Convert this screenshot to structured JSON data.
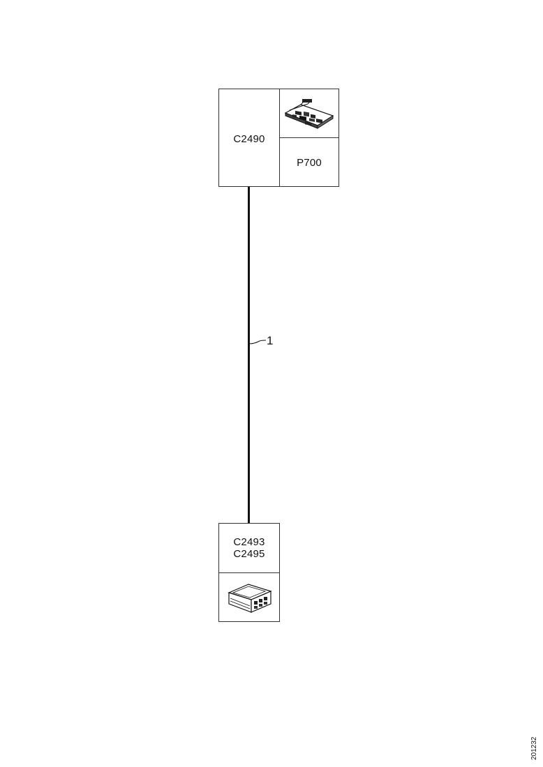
{
  "top_connector": {
    "id_label": "C2490",
    "part_label": "P700",
    "icon": "circuit-board-icon"
  },
  "wire": {
    "callout": "1"
  },
  "bottom_connector": {
    "id_line1": "C2493",
    "id_line2": "C2495",
    "icon": "module-box-icon"
  },
  "document_id": "201232"
}
